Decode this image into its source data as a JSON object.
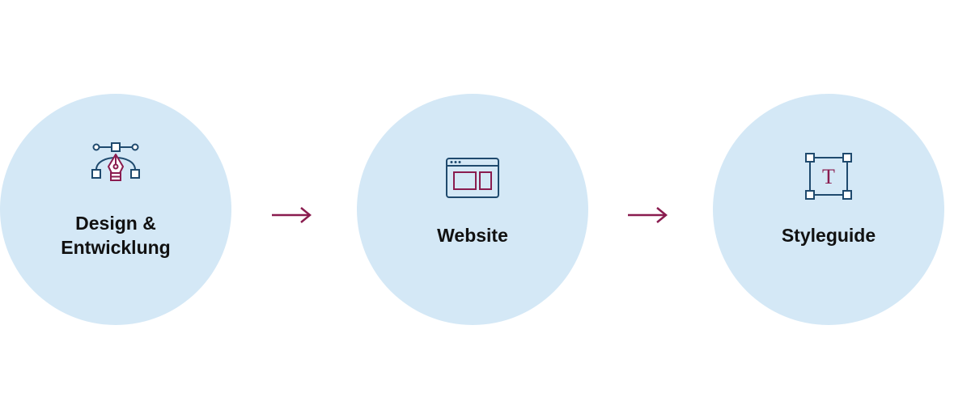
{
  "steps": [
    {
      "label_line1": "Design &",
      "label_line2": "Entwicklung",
      "icon": "pen-tool-icon"
    },
    {
      "label": "Website",
      "icon": "browser-window-icon"
    },
    {
      "label": "Styleguide",
      "icon": "text-frame-icon"
    }
  ],
  "icon_glyphs": {
    "text_frame": "T"
  },
  "colors": {
    "circle": "#d4e8f6",
    "icon_primary": "#1f4a6e",
    "accent": "#8a1c4f",
    "text": "#111111"
  }
}
